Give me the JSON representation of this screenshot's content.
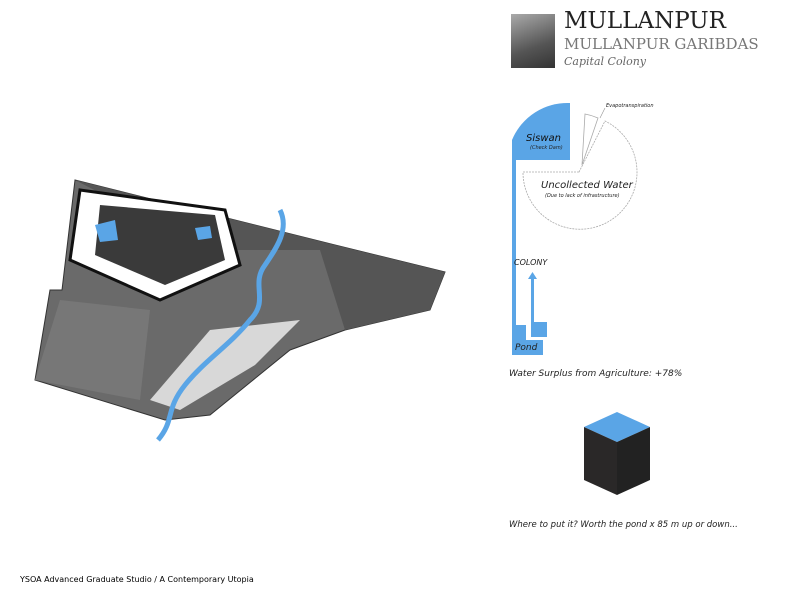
{
  "header": {
    "title": "MULLANPUR",
    "subtitle": "MULLANPUR GARIBDAS",
    "tagline": "Capital Colony"
  },
  "diagram": {
    "siswan": "Siswan",
    "siswan_note": "(Check Dam)",
    "evapo": "Evapotranspiration",
    "uncollected": "Uncollected Water",
    "uncollected_note": "(Due to lack of infrastructure)",
    "colony": "COLONY",
    "pond": "Pond",
    "surplus": "Water Surplus from Agriculture:  +78%",
    "question": "Where to put it? Worth the pond x 85 m up or down...",
    "accent": "#5aa5e6"
  },
  "footer": "YSOA Advanced Graduate Studio / A Contemporary Utopia"
}
